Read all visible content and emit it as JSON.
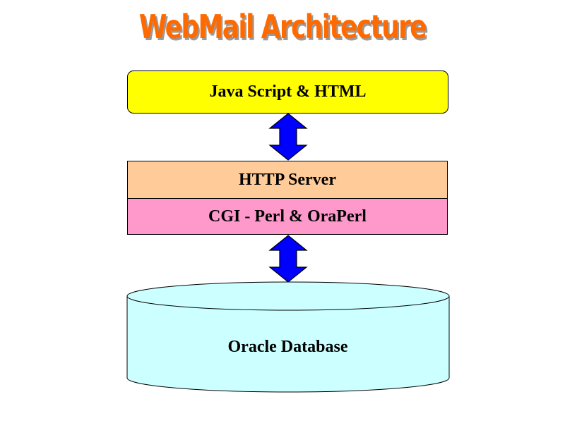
{
  "title": "WebMail Architecture",
  "colors": {
    "title": "#ff6a00",
    "title_shadow": "#9a9a9a",
    "client_layer": "#ffff00",
    "http_layer": "#ffcc99",
    "cgi_layer": "#ff99cc",
    "database": "#ccffff",
    "arrow": "#0000ff"
  },
  "layers": {
    "client": {
      "label": "Java Script & HTML"
    },
    "http_server": {
      "label": "HTTP Server"
    },
    "cgi": {
      "label": "CGI - Perl & OraPerl"
    },
    "database": {
      "label": "Oracle Database"
    }
  },
  "connectors": [
    {
      "from": "client",
      "to": "http_server",
      "direction": "bidirectional"
    },
    {
      "from": "cgi",
      "to": "database",
      "direction": "bidirectional"
    }
  ]
}
